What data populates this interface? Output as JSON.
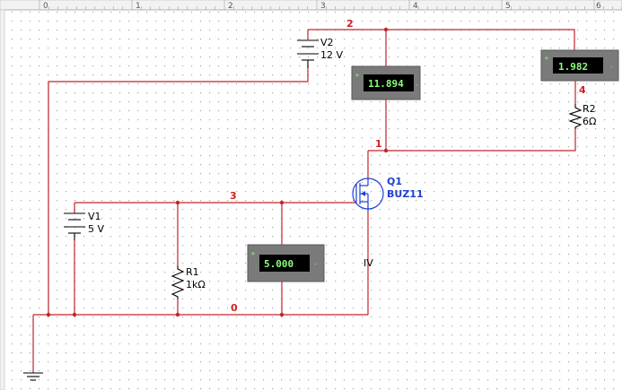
{
  "ruler": {
    "marks": [
      "0",
      "1",
      "2",
      "3",
      "4",
      "5",
      "6"
    ]
  },
  "nodes": {
    "n0": "0",
    "n1": "1",
    "n2": "2",
    "n3": "3",
    "n4": "4"
  },
  "components": {
    "v1": {
      "name": "V1",
      "value": "5 V"
    },
    "v2": {
      "name": "V2",
      "value": "12 V"
    },
    "r1": {
      "name": "R1",
      "value": "1kΩ"
    },
    "r2": {
      "name": "R2",
      "value": "6Ω"
    },
    "q1": {
      "name": "Q1",
      "model": "BUZ11"
    }
  },
  "meters": {
    "m1": {
      "reading": "11.894"
    },
    "m2": {
      "reading": "1.982"
    },
    "m3": {
      "reading": "5.000"
    }
  },
  "probe_label": "IV",
  "colors": {
    "wire": "#c0262c",
    "meter_body": "#7a7a7a",
    "meter_screen": "#000000",
    "meter_digits": "#8cff7a",
    "grid_dot": "#9a9a9a",
    "node_label": "#d21f1f",
    "mosfet": "#1f3fd2"
  }
}
